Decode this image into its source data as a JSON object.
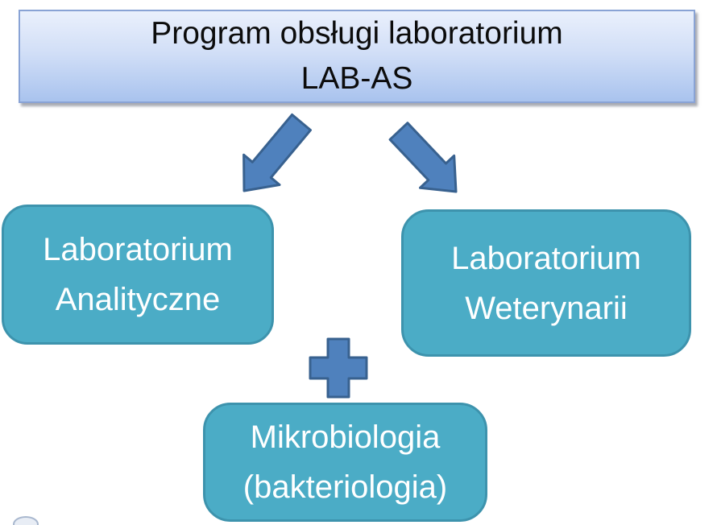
{
  "slide": {
    "title": {
      "line1": "Program obsługi laboratorium",
      "line2": "LAB-AS"
    },
    "nodes": [
      {
        "id": "laboratorium-analityczne",
        "line1": "Laboratorium",
        "line2": "Analityczne"
      },
      {
        "id": "laboratorium-weterynarii",
        "line1": "Laboratorium",
        "line2": "Weterynarii"
      },
      {
        "id": "mikrobiologia-bakteriologia",
        "line1": "Mikrobiologia",
        "line2": "(bakteriologia)"
      }
    ],
    "connectors": [
      {
        "name": "arrow-down-left",
        "from": "title",
        "to": "laboratorium-analityczne"
      },
      {
        "name": "arrow-down-right",
        "from": "title",
        "to": "laboratorium-weterynarii"
      },
      {
        "name": "plus-sign",
        "between": [
          "laboratorium-analityczne",
          "laboratorium-weterynarii",
          "mikrobiologia-bakteriologia"
        ]
      }
    ],
    "colors": {
      "node_fill": "#4bacc6",
      "node_border": "#3d93ad",
      "node_text": "#ffffff",
      "arrow_fill": "#4f81bd",
      "arrow_border": "#38618f",
      "title_fill_top": "#eaf0fc",
      "title_fill_bottom": "#a9c3ee",
      "title_border": "#89a3d5",
      "title_text": "#0c0c0c",
      "background": "#ffffff"
    }
  }
}
